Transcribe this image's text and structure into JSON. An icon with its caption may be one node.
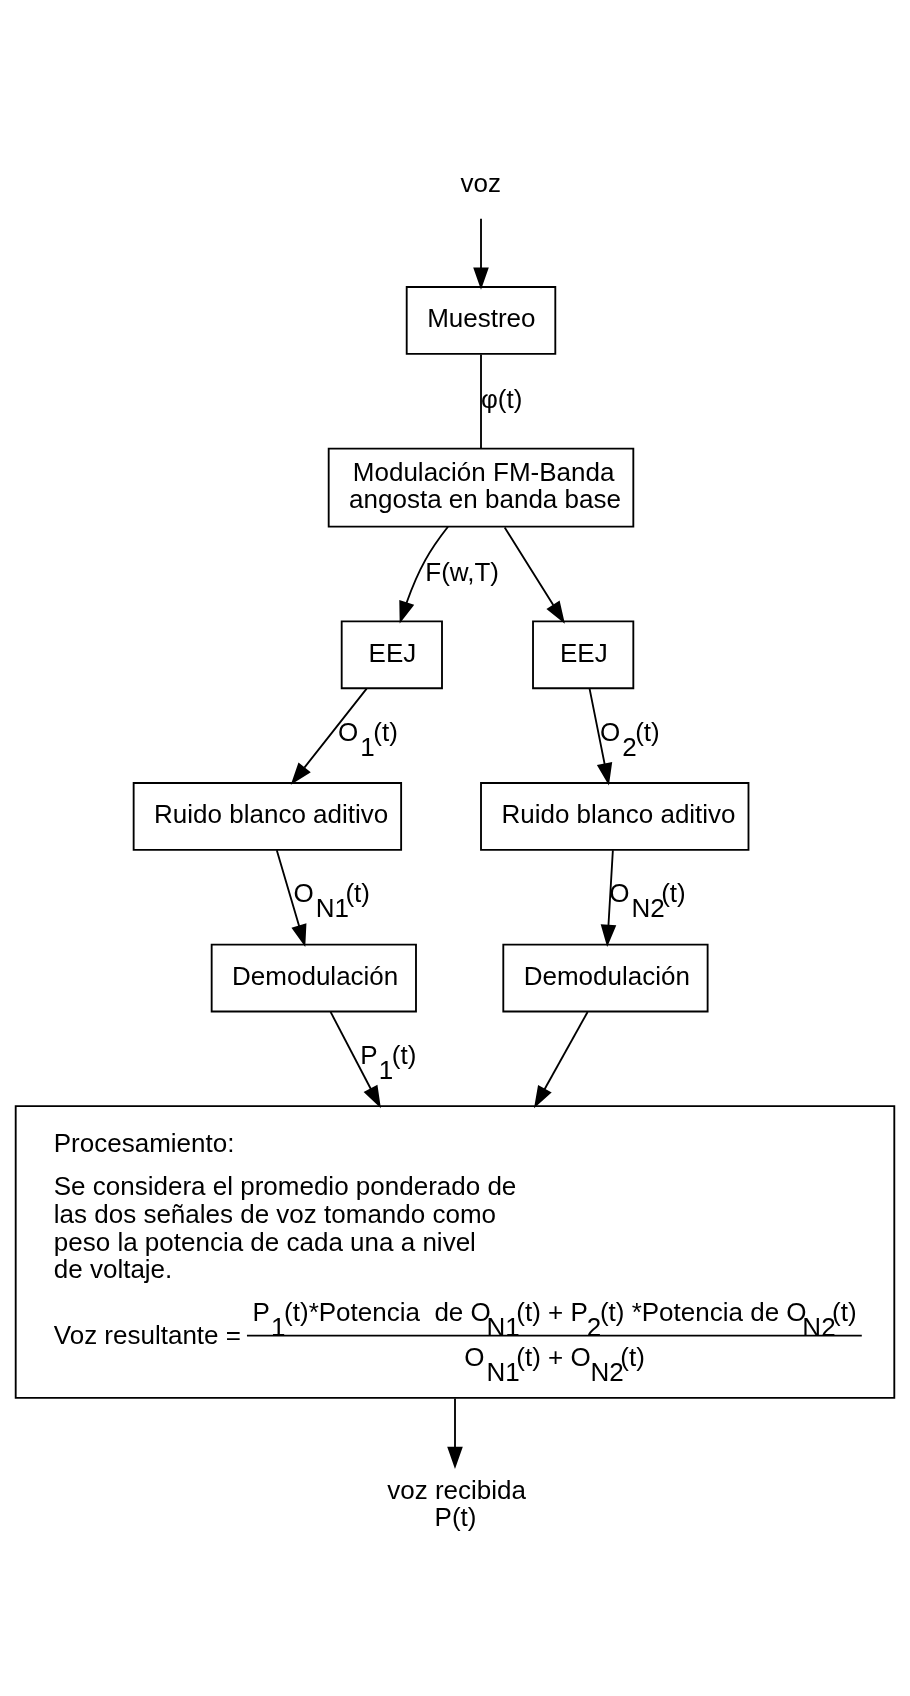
{
  "diagram": {
    "nodes": [
      {
        "text": [
          "voz"
        ]
      },
      {
        "text": [
          "Muestreo"
        ]
      },
      {
        "text": [
          "Modulación FM-Banda angosta en banda base"
        ]
      },
      {
        "text": [
          "EEJ"
        ]
      },
      {
        "text": [
          "EEJ"
        ]
      },
      {
        "text": [
          "Ruido blanco aditivo"
        ]
      },
      {
        "text": [
          "Ruido blanco aditivo"
        ]
      },
      {
        "text": [
          "Demodulación"
        ]
      },
      {
        "text": [
          "Demodulación"
        ]
      },
      {
        "text": [
          "Procesamiento:",
          "Se considera el promedio ponderado de las dos señales de voz tomando como peso la potencia de cada una a nivel de voltaje.",
          "Voz resultante =",
          "P$_{1}$(t)*Potencia  de O$_{N1}$(t) + P$_{2}$(t) *Potencia de O$_{N2}$(t)",
          "O$_{N1}$(t) + O$_{N2}$(t)"
        ]
      },
      {
        "text": [
          "voz recibida",
          "P(t)"
        ]
      }
    ],
    "edges": [
      {
        "from": 0,
        "to": 1,
        "arrow": "to"
      },
      {
        "from": 1,
        "to": 2,
        "arrow": "none",
        "label": "φ(t)"
      },
      {
        "from": 2,
        "to": 3,
        "arrow": "to",
        "label": "F(w,T)"
      },
      {
        "from": 2,
        "to": 4,
        "arrow": "to"
      },
      {
        "from": 3,
        "to": 5,
        "arrow": "to",
        "label": "O$_{1}$(t)"
      },
      {
        "from": 4,
        "to": 6,
        "arrow": "to",
        "label": "O$_{2}$(t)"
      },
      {
        "from": 5,
        "to": 7,
        "arrow": "to",
        "label": "O$_{N1}$(t)"
      },
      {
        "from": 6,
        "to": 8,
        "arrow": "to",
        "label": "O$_{N2}$(t)"
      },
      {
        "from": 7,
        "to": 9,
        "arrow": "to",
        "label": "P$_{1}$(t)"
      },
      {
        "from": 8,
        "to": 9,
        "arrow": "to"
      },
      {
        "from": 9,
        "to": 10,
        "arrow": "to"
      }
    ]
  }
}
